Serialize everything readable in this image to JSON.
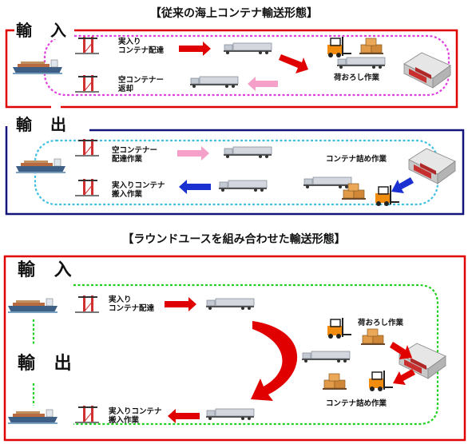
{
  "top": {
    "title": "【従来の海上コンテナ輸送形態】",
    "import_label": "輸 入",
    "export_label": "輸 出",
    "import": {
      "loaded_delivery": "実入り\nコンテナ配達",
      "empty_return": "空コンテナー\n返却",
      "unloading": "荷おろし作業"
    },
    "export": {
      "empty_delivery": "空コンテナー\n配達作業",
      "loaded_carry_in": "実入りコンテナ\n搬入作業",
      "stuffing": "コンテナ詰め作業"
    }
  },
  "bottom": {
    "title": "【ラウンドユースを組み合わせた輸送形態】",
    "import_label": "輸 入",
    "export_label": "輸 出",
    "loaded_delivery": "実入り\nコンテナ配達",
    "unloading": "荷おろし作業",
    "stuffing": "コンテナ詰め作業",
    "loaded_carry_in": "実入りコンテナ\n搬入作業"
  },
  "colors": {
    "import_frame": "#e00000",
    "export_frame": "#14147a",
    "magenta_loop": "#e040e0",
    "cyan_loop": "#40c0e0",
    "green_loop": "#20d020",
    "red_arrow": "#e00000",
    "pink_arrow": "#f4a0c8",
    "blue_arrow": "#1a30d0"
  }
}
